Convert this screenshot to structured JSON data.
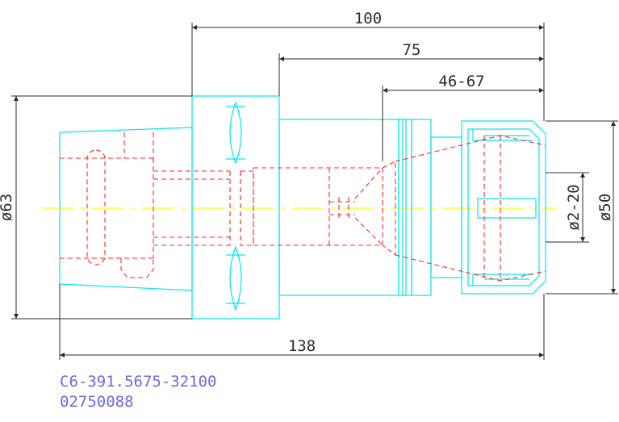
{
  "dimensions": {
    "total_length": "138",
    "length_100": "100",
    "length_75": "75",
    "clamping_range": "46-67",
    "flange_diameter": "ø63",
    "nut_diameter": "ø50",
    "collet_range": "ø2-20"
  },
  "part": {
    "code": "C6-391.5675-32100",
    "number": "02750088"
  },
  "colors": {
    "outline": "#00e5ee",
    "hidden": "#ff2a2a",
    "centerline": "#ffff33",
    "dimension": "#2b2b2b",
    "label": "#6a6ae8"
  }
}
